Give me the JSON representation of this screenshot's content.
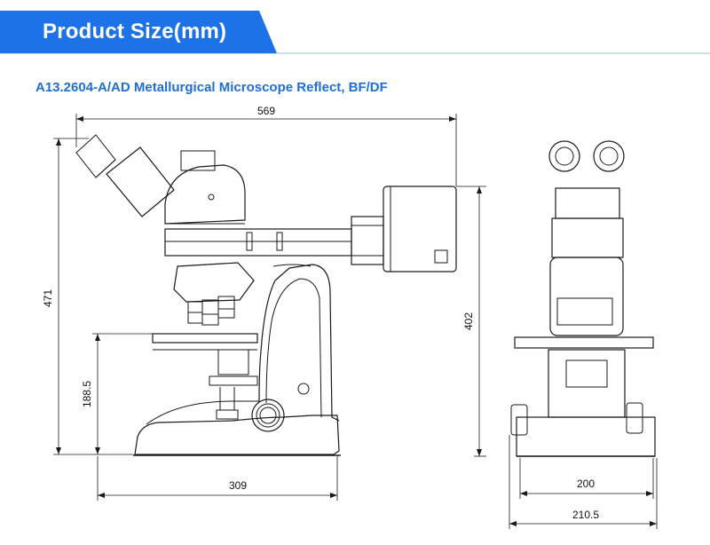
{
  "banner": {
    "title": "Product Size(mm)",
    "color": "#1c72e6",
    "accent_color": "#bcd3f3"
  },
  "subtitle": "A13.2604-A/AD Metallurgical Microscope Reflect, BF/DF",
  "dimensions": {
    "overall_width": "569",
    "overall_height": "471",
    "stage_height": "188.5",
    "base_length": "309",
    "side_height": "402",
    "side_base_width": "200",
    "side_total_width": "210.5"
  },
  "line_color": "#1a1a1a"
}
